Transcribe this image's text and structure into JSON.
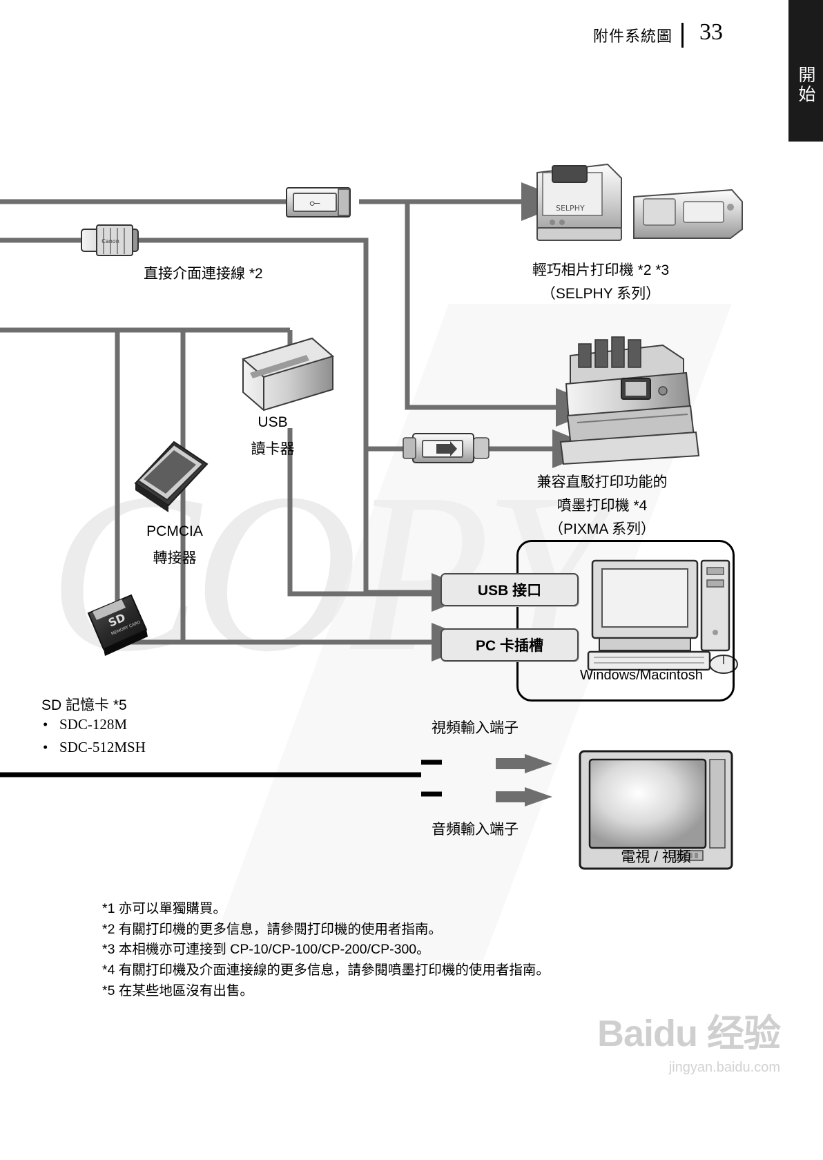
{
  "header": {
    "title": "附件系統圖",
    "page_number": "33",
    "side_tab": "開始"
  },
  "watermark": {
    "text": "COPY",
    "baidu_main": "Baidu 经验",
    "baidu_sub": "jingyan.baidu.com"
  },
  "labels": {
    "interface_cable": "直接介面連接線 *2",
    "compact_printer_1": "輕巧相片打印機 *2 *3",
    "compact_printer_2": "（SELPHY 系列）",
    "usb_reader_1": "USB",
    "usb_reader_2": "讀卡器",
    "pcmcia_1": "PCMCIA",
    "pcmcia_2": "轉接器",
    "inkjet_1": "兼容直駁打印功能的",
    "inkjet_2": "噴墨打印機 *4",
    "inkjet_3": "（PIXMA 系列）",
    "usb_port": "USB 接口",
    "pc_card_slot": "PC 卡插槽",
    "pc_os": "Windows/Macintosh",
    "sd_card": "SD 記憶卡 *5",
    "sd_item_1": "SDC-128M",
    "sd_item_2": "SDC-512MSH",
    "video_in": "視頻輸入端子",
    "audio_in": "音頻輸入端子",
    "tv_video": "電視 / 視頻"
  },
  "footnotes": [
    "*1 亦可以單獨購買。",
    "*2 有關打印機的更多信息，請參閱打印機的使用者指南。",
    "*3 本相機亦可連接到 CP-10/CP-100/CP-200/CP-300。",
    "*4 有關打印機及介面連接線的更多信息，請參閱噴墨打印機的使用者指南。",
    "*5 在某些地區沒有出售。"
  ],
  "colors": {
    "line": "#6e6e6e",
    "black": "#000000",
    "box_fill": "#e9e9e9",
    "box_border": "#4a4a4a",
    "watermark": "#ececec"
  }
}
